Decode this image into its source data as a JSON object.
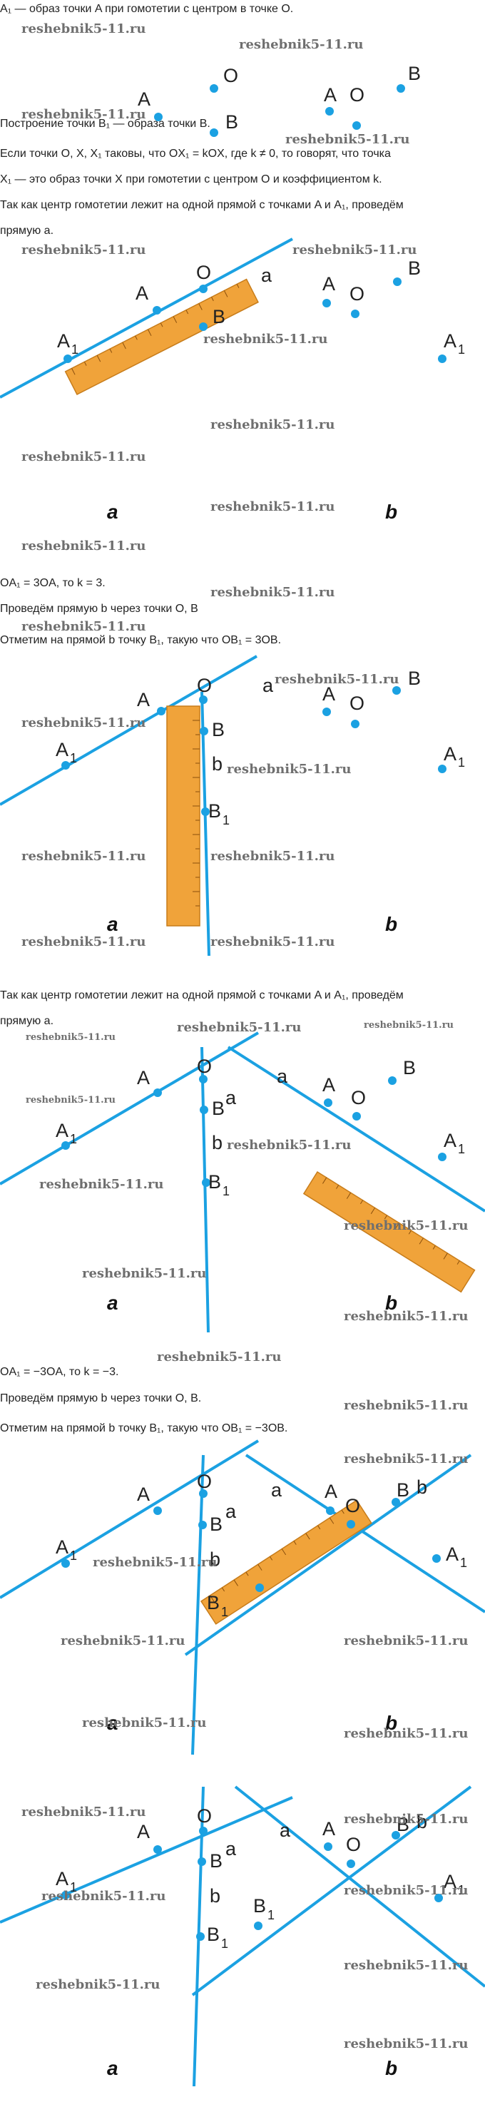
{
  "text": {
    "t1": "A₁ — образ точки A при гомотетии с центром в точке O.",
    "t2": "Построение точки B₁ — образа точки B.",
    "t3": "Если точки O, X, X₁ таковы, что OX₁ = kOX, где k ≠ 0, то говорят, что точка",
    "t4": "X₁ — это образ точки X при гомотетии с центром O и коэффициентом k.",
    "t5": "Так как центр гомотетии лежит на одной прямой с точками A и A₁, проведём",
    "t6": "прямую a.",
    "t7": "OA₁ = 3OA, то k = 3.",
    "t8": "Проведём прямую b через точки O,   B",
    "t9": "Отметим на прямой b точку B₁, такую что OB₁ = 3OB.",
    "t10": "Так как центр гомотетии лежит на одной прямой с точками A и A₁, проведём",
    "t11": "прямую a.",
    "t12": "OA₁ = −3OA, то k = −3.",
    "t13": "Проведём прямую b через точки O,   B.",
    "t14": "Отметим на прямой b точку B₁, такую что OB₁ = −3OB."
  },
  "watermark": "reshebnik5-11.ru",
  "labels": {
    "A": "A",
    "B": "B",
    "O": "O",
    "A1": "A",
    "B1": "B",
    "one": "1",
    "a": "a",
    "b": "b",
    "cap_a": "a",
    "cap_b": "b"
  },
  "colors": {
    "line": "#1ba1e2",
    "ruler": "#f0a33a",
    "text": "#222222",
    "watermark": "#6f6f6f"
  }
}
